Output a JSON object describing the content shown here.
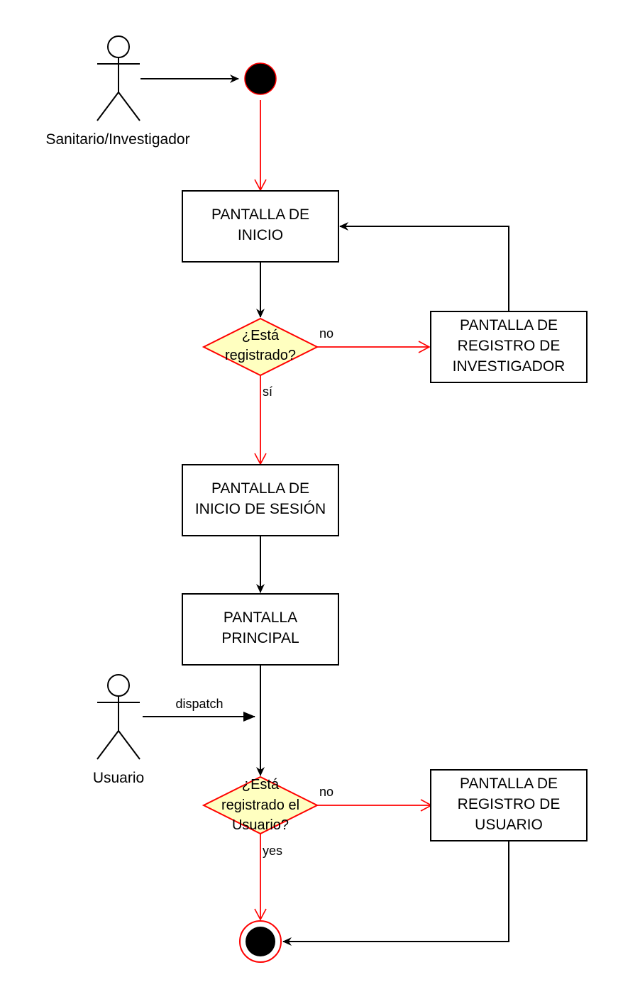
{
  "actors": {
    "researcher": "Sanitario/Investigador",
    "user": "Usuario"
  },
  "nodes": {
    "home_screen": [
      "PANTALLA DE",
      "INICIO"
    ],
    "researcher_signup": [
      "PANTALLA DE",
      "REGISTRO DE",
      "INVESTIGADOR"
    ],
    "login_screen": [
      "PANTALLA DE",
      "INICIO DE SESIÓN"
    ],
    "main_screen": [
      "PANTALLA",
      "PRINCIPAL"
    ],
    "user_signup": [
      "PANTALLA DE",
      "REGISTRO DE",
      "USUARIO"
    ]
  },
  "decisions": {
    "is_registered": [
      "¿Está",
      "registrado?"
    ],
    "is_user_registered": [
      "¿Está",
      "registrado el",
      "Usuario?"
    ]
  },
  "edge_labels": {
    "reg_no": "no",
    "reg_yes": "sí",
    "dispatch": "dispatch",
    "user_no": "no",
    "user_yes": "yes"
  },
  "colors": {
    "stroke": "#000000",
    "flow_red": "#ff0000",
    "decision_fill": "#ffffc0",
    "node_fill": "#ffffff",
    "start_fill": "#000000"
  }
}
